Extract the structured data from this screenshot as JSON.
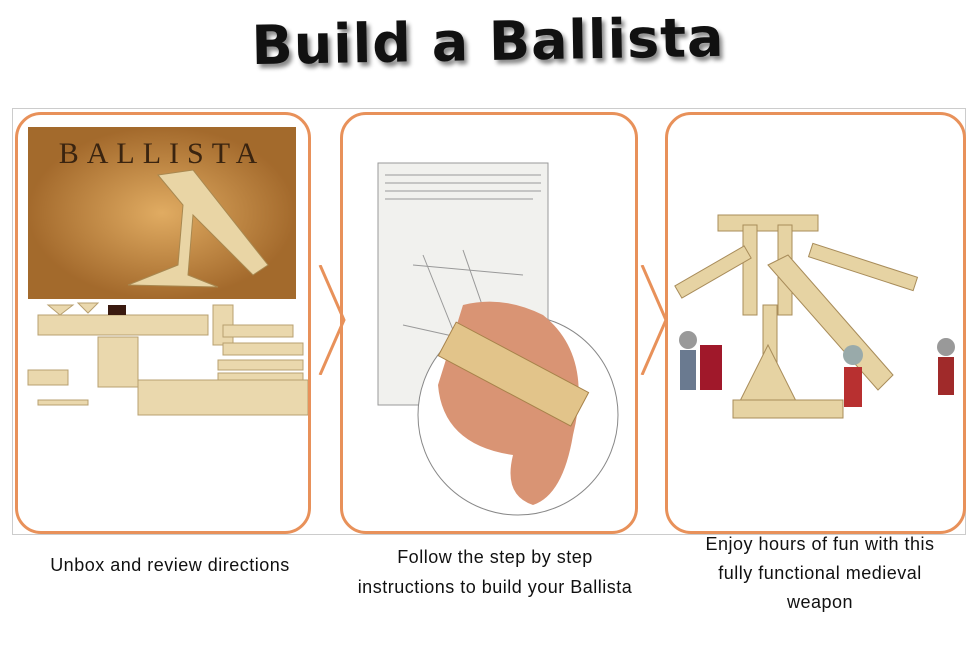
{
  "title": "Build a Ballista",
  "steps": [
    {
      "caption": "Unbox and review directions",
      "box_logo_text": "BALLISTA"
    },
    {
      "caption": "Follow the step by step instructions to build your Ballista"
    },
    {
      "caption": "Enjoy hours of fun with this fully functional medieval weapon"
    }
  ],
  "colors": {
    "accent": "#e8915a",
    "wood": "#e6d3a3"
  }
}
